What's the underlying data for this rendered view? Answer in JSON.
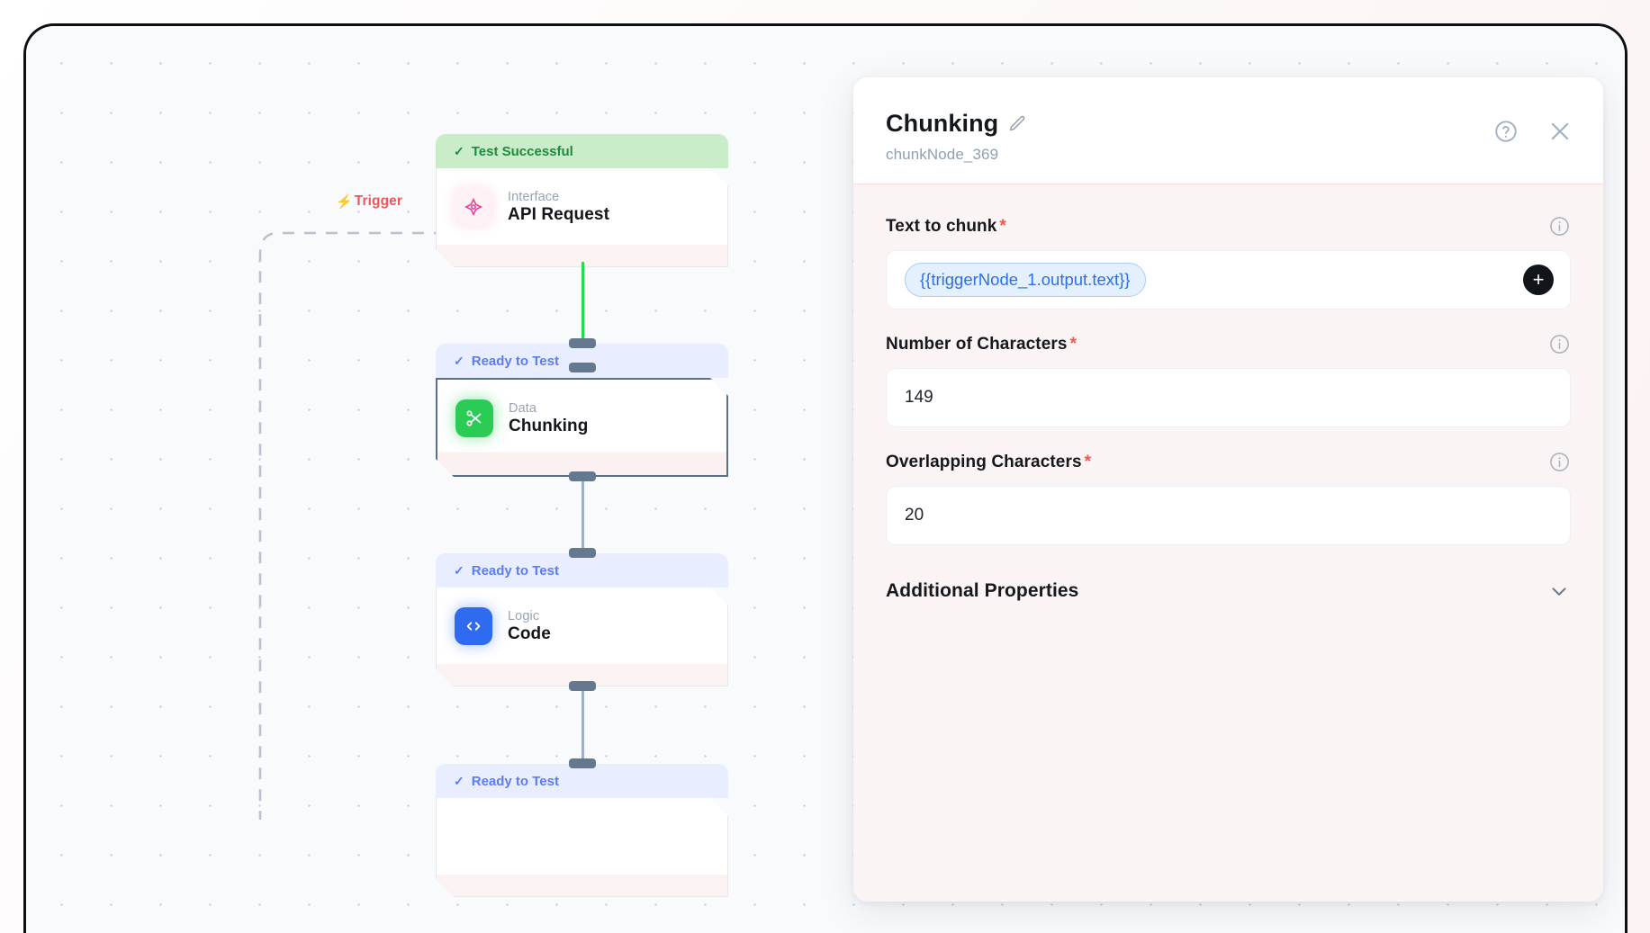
{
  "canvas": {
    "trigger": {
      "label": "Trigger",
      "icon": "lightning-bolt-icon",
      "color": "#f2545b"
    },
    "nodes": [
      {
        "status": "Test Successful",
        "status_type": "success",
        "category": "Interface",
        "title": "API Request",
        "icon": "api-starburst-icon",
        "icon_color": "#ec3f96"
      },
      {
        "status": "Ready to Test",
        "status_type": "ready",
        "category": "Data",
        "title": "Chunking",
        "icon": "scissors-icon",
        "icon_color": "#2bcc55",
        "selected": true
      },
      {
        "status": "Ready to Test",
        "status_type": "ready",
        "category": "Logic",
        "title": "Code",
        "icon": "code-brackets-icon",
        "icon_color": "#2f6bf0"
      },
      {
        "status": "Ready to Test",
        "status_type": "ready",
        "category": "",
        "title": "",
        "icon": ""
      }
    ],
    "connections": [
      {
        "from": "API Request",
        "to": "Chunking",
        "state": "active",
        "color": "#22dd4e"
      },
      {
        "from": "Chunking",
        "to": "Code",
        "state": "idle",
        "color": "#9fb0c4"
      },
      {
        "from": "Code",
        "to": "next",
        "state": "idle",
        "color": "#9fb0c4"
      }
    ]
  },
  "panel": {
    "title": "Chunking",
    "edit_icon": "pencil-icon",
    "subtitle": "chunkNode_369",
    "help_icon": "help-circle-icon",
    "close_icon": "close-icon",
    "fields": [
      {
        "label": "Text to chunk",
        "required": "*",
        "info_icon": "info-icon",
        "type": "token",
        "token": "{{triggerNode_1.output.text}}",
        "add_icon": "plus-icon"
      },
      {
        "label": "Number of Characters",
        "required": "*",
        "info_icon": "info-icon",
        "type": "number",
        "value": "149"
      },
      {
        "label": "Overlapping Characters",
        "required": "*",
        "info_icon": "info-icon",
        "type": "number",
        "value": "20"
      }
    ],
    "additional_properties": {
      "label": "Additional Properties",
      "chevron": "chevron-down-icon",
      "expanded": false
    }
  }
}
